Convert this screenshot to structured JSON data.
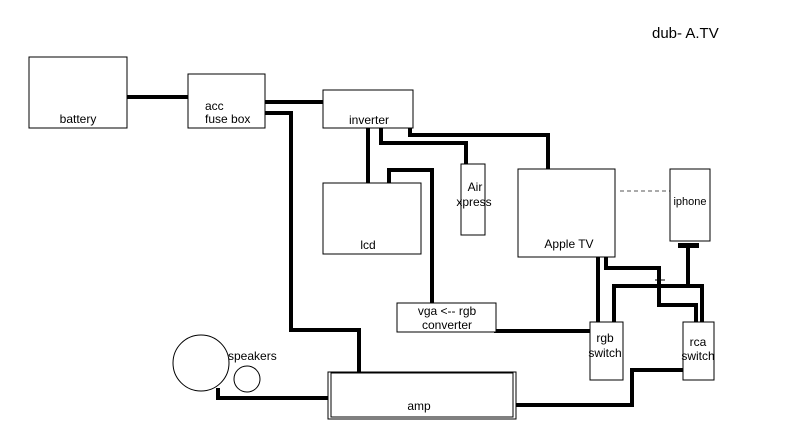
{
  "title": "dub- A.TV",
  "components": {
    "battery": "battery",
    "acc_fuse_box": [
      "acc",
      "fuse box"
    ],
    "inverter": "inverter",
    "air_xpress": [
      "Air",
      "xpress"
    ],
    "lcd": "lcd",
    "apple_tv": "Apple TV",
    "iphone": "iphone",
    "vga_rgb_converter": [
      "vga <-- rgb",
      "converter"
    ],
    "rgb_switch": [
      "rgb",
      "switch"
    ],
    "rca_switch": [
      "rca",
      "switch"
    ],
    "speakers": "speakers",
    "amp": "amp"
  }
}
